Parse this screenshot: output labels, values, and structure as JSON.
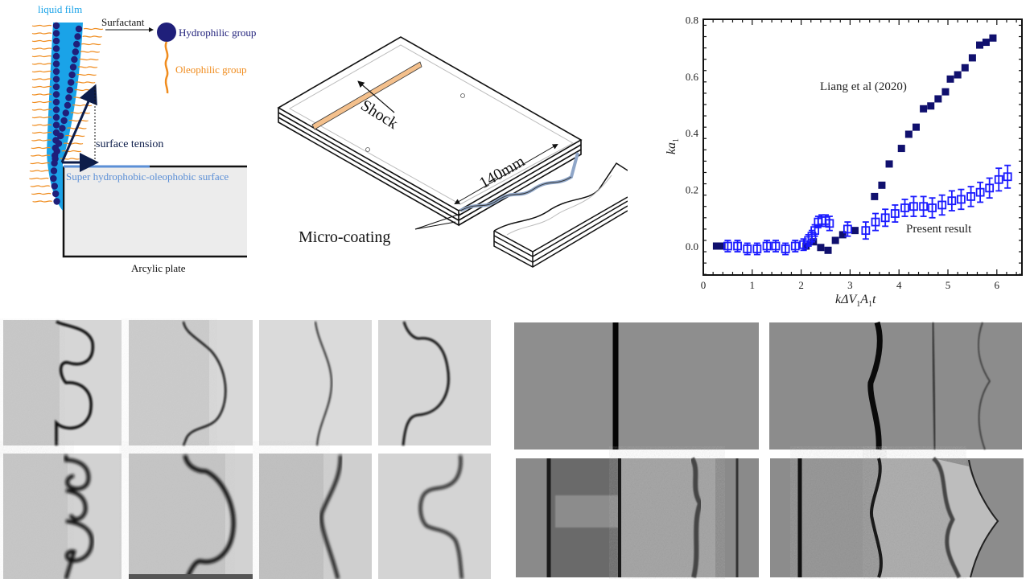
{
  "schematic": {
    "liquid_film_label": "liquid film",
    "surfactant_label": "Surfactant",
    "hydrophilic_label": "Hydrophilic group",
    "oleophilic_label": "Oleophilic group",
    "surface_tension_label": "surface tension",
    "coating_label": "Super hydrophobic-oleophobic surface",
    "plate_label": "Arcylic plate",
    "colors": {
      "film": "#1aa3e8",
      "molecule": "#1f1f7a",
      "tail": "#f08c1e",
      "coating": "#5b8fd6",
      "plate": "#ececec"
    }
  },
  "apparatus": {
    "shock_label": "Shock",
    "length_label": "140mm",
    "coating_label": "Micro-coating",
    "colors": {
      "shock_bar": "#f4c08c",
      "coating": "#8fa6c8"
    }
  },
  "chart_data": {
    "type": "scatter",
    "title": "",
    "xlabel": "kΔV1A1t",
    "ylabel": "ka1",
    "xlim": [
      0,
      6.5
    ],
    "ylim": [
      -0.1,
      0.8
    ],
    "xticks": [
      "0",
      "1",
      "2",
      "3",
      "4",
      "5",
      "6"
    ],
    "yticks": [
      "0.0",
      "0.2",
      "0.4",
      "0.6",
      "0.8"
    ],
    "grid": false,
    "annotations": [
      "Liang et al (2020)",
      "Present result"
    ],
    "series": [
      {
        "name": "Liang et al (2020)",
        "marker": "filled-square",
        "color": "#10106e",
        "x": [
          0.27,
          0.38,
          2.1,
          2.25,
          2.4,
          2.55,
          2.7,
          2.85,
          3.1,
          3.5,
          3.65,
          3.8,
          4.05,
          4.2,
          4.35,
          4.5,
          4.65,
          4.8,
          4.95,
          5.05,
          5.2,
          5.35,
          5.5,
          5.65,
          5.78,
          5.92
        ],
        "y": [
          0.0,
          0.0,
          0.0,
          0.015,
          -0.005,
          -0.015,
          0.02,
          0.04,
          0.055,
          0.175,
          0.215,
          0.29,
          0.345,
          0.395,
          0.42,
          0.485,
          0.495,
          0.52,
          0.545,
          0.59,
          0.605,
          0.63,
          0.665,
          0.71,
          0.72,
          0.735
        ]
      },
      {
        "name": "Present result",
        "marker": "open-square-errorbar",
        "color": "#1a1aff",
        "x": [
          0.5,
          0.7,
          0.9,
          1.1,
          1.3,
          1.48,
          1.68,
          1.88,
          2.05,
          2.15,
          2.22,
          2.28,
          2.35,
          2.42,
          2.5,
          2.58,
          2.95,
          3.32,
          3.52,
          3.72,
          3.92,
          4.12,
          4.3,
          4.5,
          4.68,
          4.88,
          5.08,
          5.27,
          5.47,
          5.66,
          5.85,
          6.04,
          6.22
        ],
        "y": [
          0.0,
          0.0,
          -0.01,
          -0.01,
          0.0,
          0.0,
          -0.01,
          0.0,
          0.005,
          0.02,
          0.035,
          0.055,
          0.085,
          0.09,
          0.09,
          0.08,
          0.06,
          0.055,
          0.085,
          0.1,
          0.115,
          0.135,
          0.14,
          0.14,
          0.135,
          0.145,
          0.16,
          0.165,
          0.175,
          0.19,
          0.205,
          0.235,
          0.245
        ],
        "err": [
          0.02,
          0.02,
          0.02,
          0.02,
          0.02,
          0.02,
          0.02,
          0.02,
          0.02,
          0.02,
          0.02,
          0.02,
          0.02,
          0.02,
          0.02,
          0.025,
          0.025,
          0.03,
          0.03,
          0.03,
          0.03,
          0.03,
          0.035,
          0.035,
          0.035,
          0.035,
          0.035,
          0.035,
          0.035,
          0.035,
          0.035,
          0.04,
          0.04
        ]
      }
    ]
  },
  "photos": {
    "left_grid": {
      "rows": 2,
      "cols": 4,
      "description": "Shadowgraph images of interface evolution"
    },
    "right_grid": {
      "rows": 2,
      "cols": 2,
      "description": "Schlieren images of shock-interface interaction"
    }
  }
}
